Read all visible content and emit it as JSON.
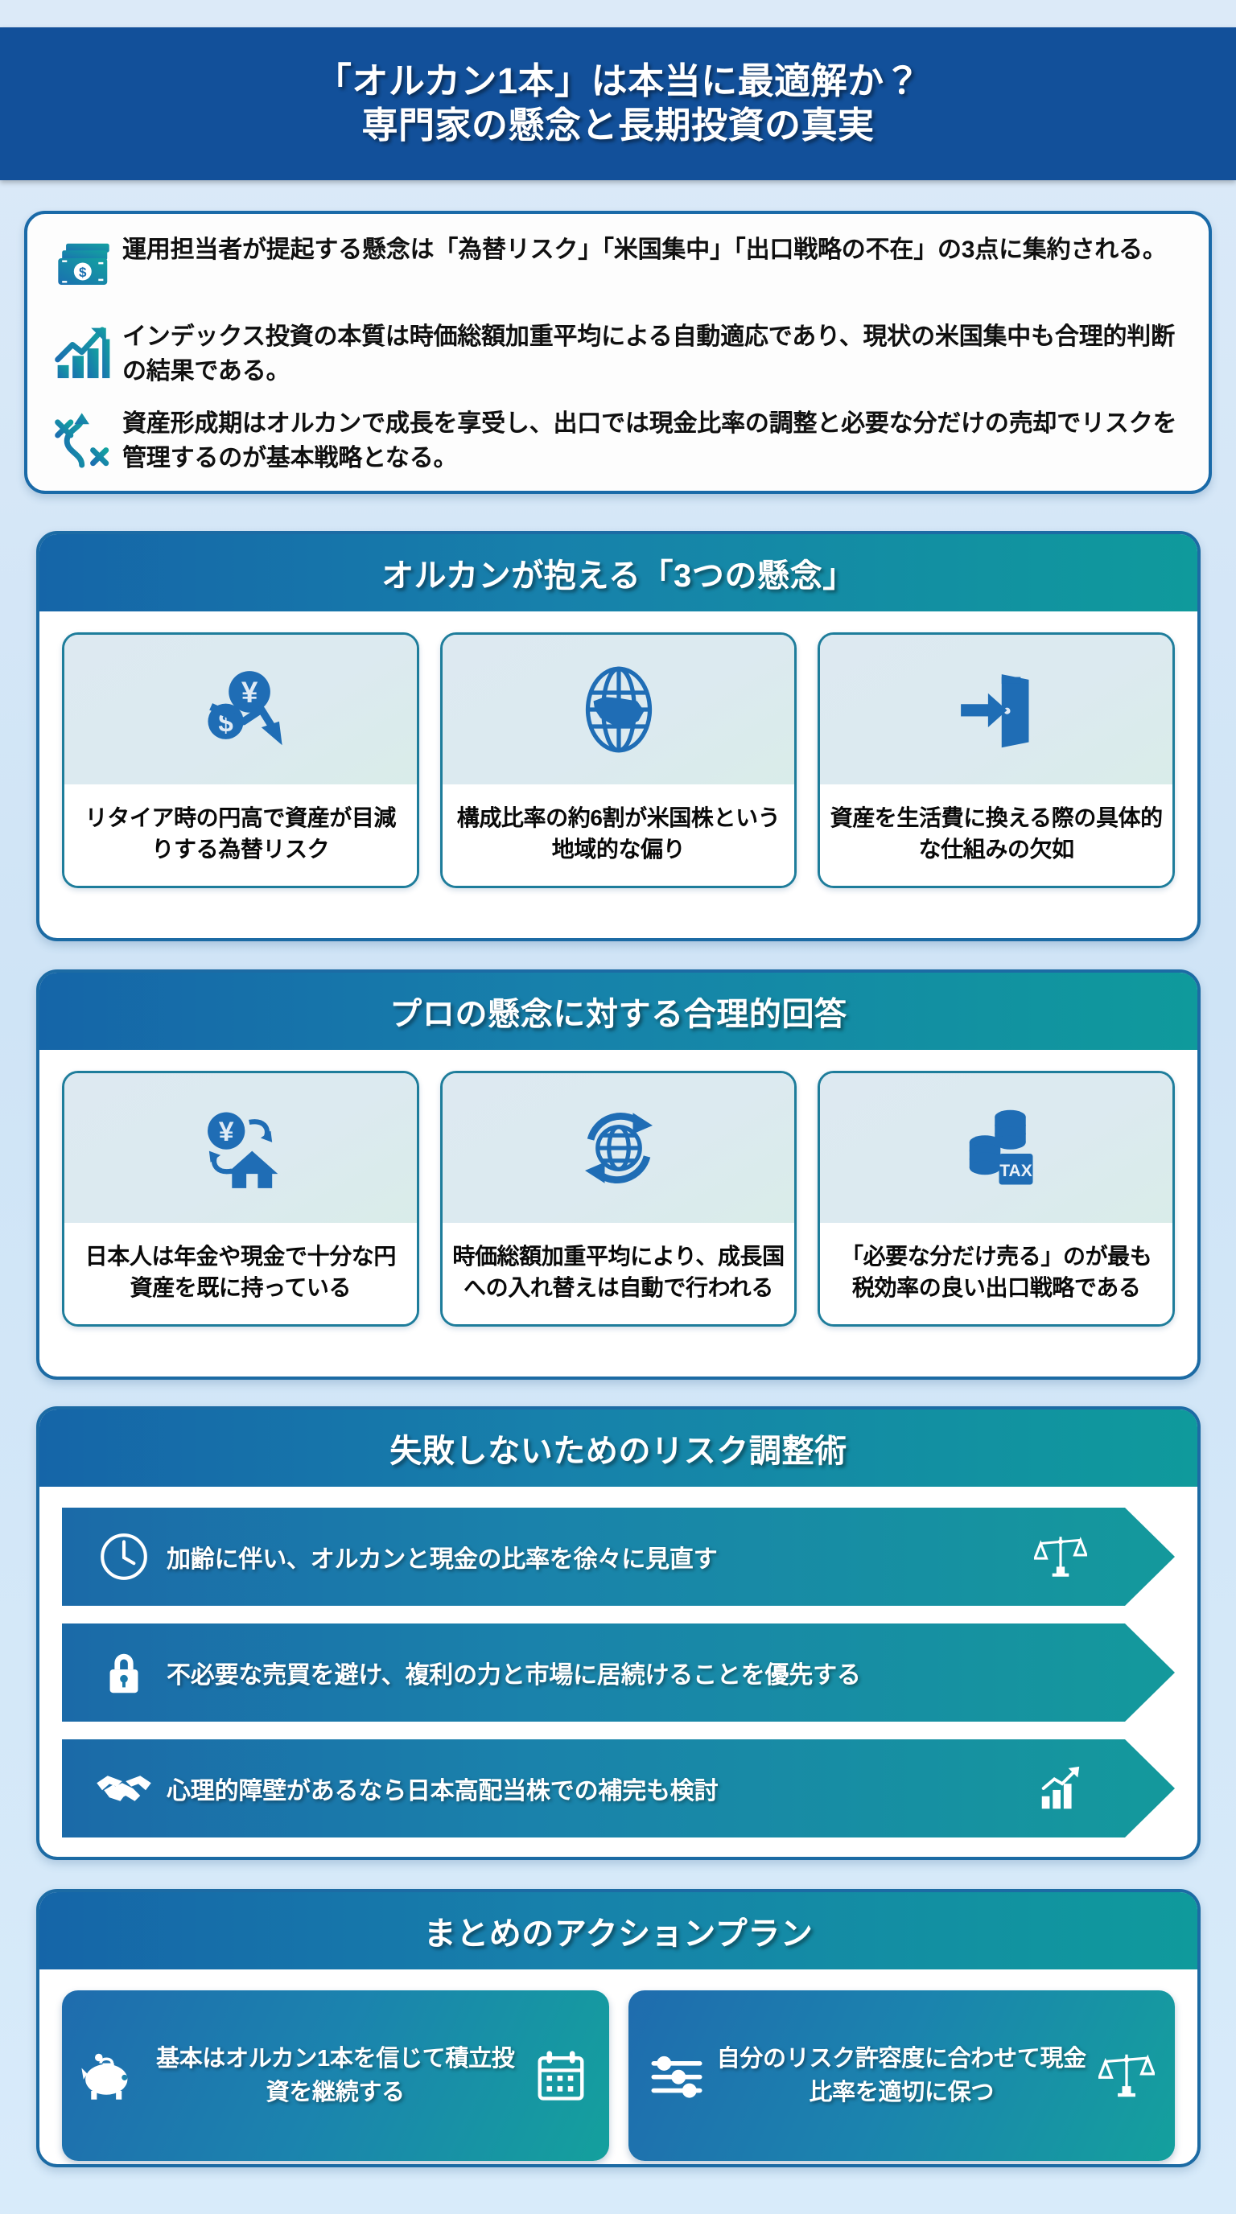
{
  "title": {
    "line1": "「オルカン1本」は本当に最適解か？",
    "line2": "専門家の懸念と長期投資の真実"
  },
  "colors": {
    "page_background": "#d6e9f7",
    "title_bar": "#12509a",
    "header_gradient_start": "#1565a8",
    "header_gradient_end": "#0f9a9c",
    "card_border": "#1e7d9b",
    "icon_blue": "#1f6db5",
    "icon_teal": "#17a0a0"
  },
  "summary": {
    "items": [
      {
        "icon": "money-bills-icon",
        "text": "運用担当者が提起する懸念は「為替リスク」「米国集中」「出口戦略の不在」の3点に集約される。"
      },
      {
        "icon": "growth-bar-chart-icon",
        "text": "インデックス投資の本質は時価総額加重平均による自動適応であり、現状の米国集中も合理的判断の結果である。"
      },
      {
        "icon": "strategy-path-icon",
        "text": "資産形成期はオルカンで成長を享受し、出口では現金比率の調整と必要な分だけの売却でリスクを管理するのが基本戦略となる。"
      }
    ]
  },
  "sections": [
    {
      "id": "concerns",
      "heading": "オルカンが抱える「3つの懸念」",
      "cards": [
        {
          "icon": "currency-decline-icon",
          "text": "リタイア時の円高で資産が目減りする為替リスク"
        },
        {
          "icon": "globe-usa-icon",
          "text": "構成比率の約6割が米国株という地域的な偏り"
        },
        {
          "icon": "exit-door-icon",
          "text": "資産を生活費に換える際の具体的な仕組みの欠如"
        }
      ]
    },
    {
      "id": "answers",
      "heading": "プロの懸念に対する合理的回答",
      "cards": [
        {
          "icon": "yen-house-icon",
          "text": "日本人は年金や現金で十分な円資産を既に持っている"
        },
        {
          "icon": "globe-refresh-icon",
          "text": "時価総額加重平均により、成長国への入れ替えは自動で行われる"
        },
        {
          "icon": "coins-tax-icon",
          "text": "「必要な分だけ売る」のが最も税効率の良い出口戦略である"
        }
      ]
    }
  ],
  "risk_section": {
    "heading": "失敗しないためのリスク調整術",
    "items": [
      {
        "lead_icon": "clock-icon",
        "text": "加齢に伴い、オルカンと現金の比率を徐々に見直す",
        "trail_icon": "balance-scale-icon"
      },
      {
        "lead_icon": "lock-icon",
        "text": "不必要な売買を避け、複利の力と市場に居続けることを優先する",
        "trail_icon": ""
      },
      {
        "lead_icon": "handshake-icon",
        "text": "心理的障壁があるなら日本高配当株での補完も検討",
        "trail_icon": "bar-chart-up-icon"
      }
    ]
  },
  "action_section": {
    "heading": "まとめのアクションプラン",
    "plans": [
      {
        "lead_icon": "piggy-bank-icon",
        "text": "基本はオルカン1本を信じて積立投資を継続する",
        "trail_icon": "calendar-icon"
      },
      {
        "lead_icon": "sliders-icon",
        "text": "自分のリスク許容度に合わせて現金比率を適切に保つ",
        "trail_icon": "balance-scale-icon"
      }
    ]
  }
}
